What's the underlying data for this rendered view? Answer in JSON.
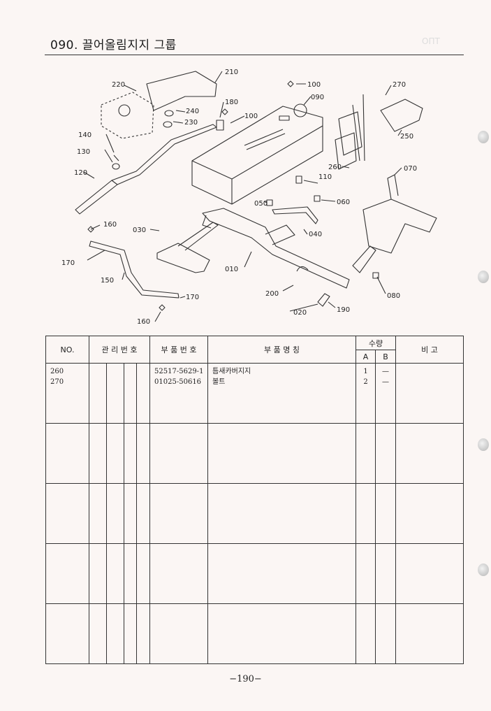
{
  "page": {
    "title": "090. 끌어올림지지 그룹",
    "faint_mark": "ОПТ",
    "page_number": "−190−"
  },
  "diagram": {
    "callouts": [
      "210",
      "220",
      "240",
      "230",
      "180",
      "100",
      "100",
      "090",
      "270",
      "250",
      "140",
      "130",
      "120",
      "260",
      "070",
      "110",
      "050",
      "060",
      "160",
      "030",
      "040",
      "170",
      "010",
      "150",
      "200",
      "080",
      "170",
      "020",
      "190",
      "160"
    ]
  },
  "table": {
    "headers": {
      "no": "NO.",
      "mgmt_no": "관 리 번 호",
      "part_no": "부 품 번 호",
      "part_name": "부    품    명    칭",
      "qty": "수량",
      "qty_a": "A",
      "qty_b": "B",
      "remarks": "비     고"
    },
    "groups": [
      {
        "rows": [
          {
            "no": "260",
            "part_no": "52517-5629-1",
            "name": "틈새카버지지",
            "qty_a": "1",
            "qty_b": "—"
          },
          {
            "no": "270",
            "part_no": "01025-50616",
            "name": "볼트",
            "qty_a": "2",
            "qty_b": "—"
          }
        ]
      },
      {
        "rows": []
      },
      {
        "rows": []
      },
      {
        "rows": []
      },
      {
        "rows": []
      }
    ]
  }
}
